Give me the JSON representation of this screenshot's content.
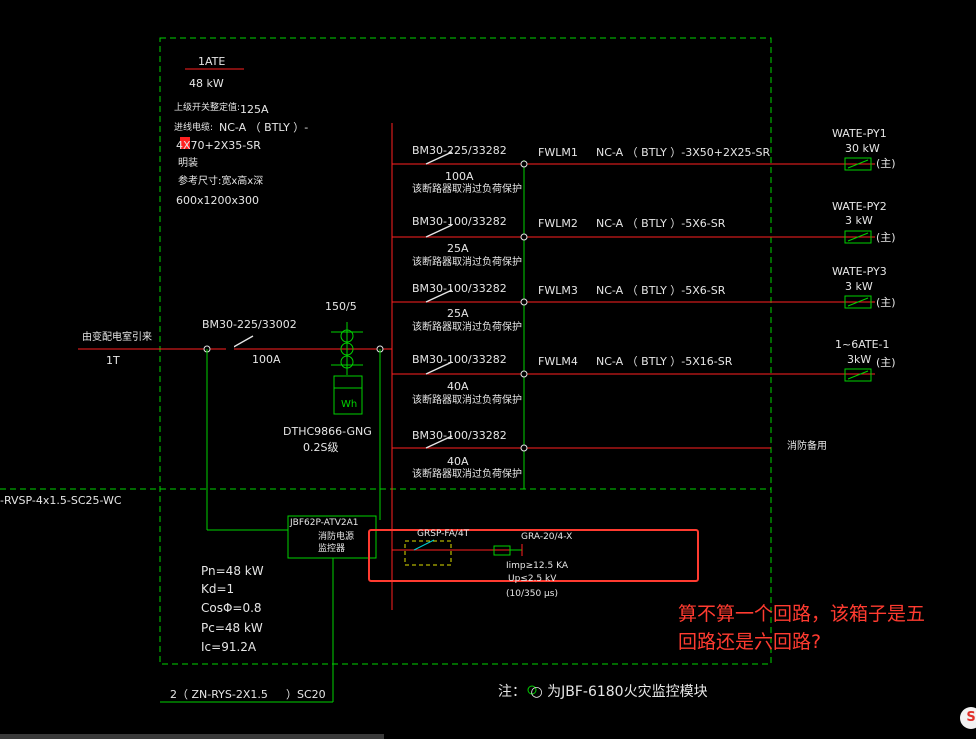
{
  "colors": {
    "green": "#00d200",
    "red": "#ff1f1f",
    "white": "#e6e6e6",
    "highlight": "#ff3b30",
    "yellow": "#e0e000",
    "cyan": "#00d0d0"
  },
  "panel": {
    "title": "1ATE",
    "power": "48 kW",
    "upstream_setting_label": "上级开关整定值:",
    "upstream_setting_value": "125A",
    "cable_label": "进线电缆:",
    "cable_line1": "NC-A （ BTLY ）-",
    "cable_line2": "4X70+2X35-SR",
    "mount": "明装",
    "size_label": "参考尺寸:宽x高x深",
    "size_value": "600x1200x300"
  },
  "incoming": {
    "source": "由变配电室引来",
    "id": "1T",
    "breaker": "BM30-225/33002",
    "rating": "100A"
  },
  "ct": {
    "ratio": "150/5",
    "meter": "Wh",
    "meter_model": "DTHC9866-GNG",
    "meter_class": "0.2S级"
  },
  "circuits": [
    {
      "breaker": "BM30-225/33282",
      "rating": "100A",
      "note": "该断路器取消过负荷保护",
      "id": "FWLM1",
      "cable": "NC-A （ BTLY ）-3X50+2X25-SR",
      "load": "WATE-PY1",
      "kw": "30 kW",
      "tag": "(主)"
    },
    {
      "breaker": "BM30-100/33282",
      "rating": "25A",
      "note": "该断路器取消过负荷保护",
      "id": "FWLM2",
      "cable": "NC-A （ BTLY ）-5X6-SR",
      "load": "WATE-PY2",
      "kw": "3 kW",
      "tag": "(主)"
    },
    {
      "breaker": "BM30-100/33282",
      "rating": "25A",
      "note": "该断路器取消过负荷保护",
      "id": "FWLM3",
      "cable": "NC-A （ BTLY ）-5X6-SR",
      "load": "WATE-PY3",
      "kw": "3 kW",
      "tag": "(主)"
    },
    {
      "breaker": "BM30-100/33282",
      "rating": "40A",
      "note": "该断路器取消过负荷保护",
      "id": "FWLM4",
      "cable": "NC-A （ BTLY ）-5X16-SR",
      "load": "1~6ATE-1",
      "kw": "3kW",
      "tag": "(主)"
    },
    {
      "breaker": "BM30-100/33282",
      "rating": "40A",
      "note": "该断路器取消过负荷保护",
      "id": "",
      "cable": "",
      "load": "消防备用",
      "kw": "",
      "tag": ""
    }
  ],
  "monitor": {
    "model": "JBF62P-ATV2A1",
    "line1": "消防电源",
    "line2": "监控器",
    "cable": "-RVSP-4x1.5-SC25-WC"
  },
  "spd": {
    "breaker": "GRSP-FA/4T",
    "model": "GRA-20/4-X",
    "iimp": "Iimp≥12.5 KA",
    "up": "Up≤2.5 kV",
    "wave": "(10/350 μs)"
  },
  "params": [
    "Pn=48 kW",
    "Kd=1",
    "CosΦ=0.8",
    "Pc=48 kW",
    "Ic=91.2A"
  ],
  "bottom_cable": {
    "left": "2（ ZN-RYS-2X1.5",
    "right": "）SC20"
  },
  "note": "注： ○ 为JBF-6180火灾监控模块",
  "question": {
    "line1": "算不算一个回路，该箱子是五",
    "line2": "回路还是六回路?"
  },
  "watermark": "S"
}
